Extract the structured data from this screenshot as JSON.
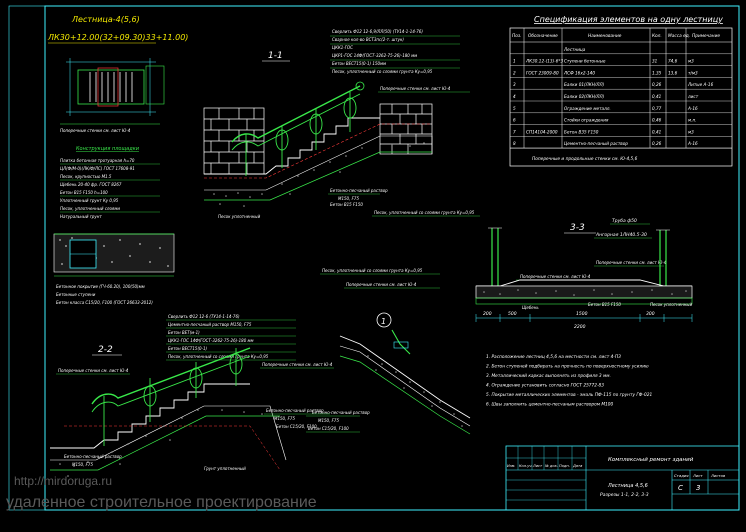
{
  "drawing": {
    "callout_title": "Лестница-4(5,6)",
    "callout_code": "ЛК30+12.00(32+09.30)33+11.00)",
    "section_1": "1-1",
    "section_2": "2-2",
    "section_3": "3-3",
    "node_1": "1",
    "tube_label": "Труба ф50",
    "angle_label": "Ангорная 1ЛН40.5-30",
    "spec_title": "Спецификация элементов на одну лестницу",
    "spec_headers": [
      "Поз.",
      "Обозначение",
      "Наименование",
      "Кол.",
      "Масса ед.",
      "Примечание"
    ],
    "spec_rows": [
      {
        "pos": "",
        "code": "",
        "name": "Лестница",
        "qty": "",
        "mass": "",
        "note": ""
      },
      {
        "pos": "1",
        "code": "ЛК30.12-(13)-6*3",
        "name": "Ступени бетонные",
        "qty": "31",
        "mass": "74,6",
        "note": "м3"
      },
      {
        "pos": "2",
        "code": "ГОСТ 23009-80",
        "name": "ЛСФ 16х2-140",
        "qty": "1,35",
        "mass": "13,6",
        "note": "т/м3"
      },
      {
        "pos": "3",
        "code": "",
        "name": "Балки 01(ЛКН/ЛЛ)",
        "qty": "0,26",
        "mass": "",
        "note": "Литые А-16"
      },
      {
        "pos": "4",
        "code": "",
        "name": "Балки 02(ЛКН/ЛЛ)",
        "qty": "0,41",
        "mass": "",
        "note": "лист"
      },
      {
        "pos": "5",
        "code": "",
        "name": "Ограждение металл.",
        "qty": "0,77",
        "mass": "",
        "note": "А-16"
      },
      {
        "pos": "6",
        "code": "",
        "name": "Стойки ограждения",
        "qty": "0,46",
        "mass": "",
        "note": "м.п."
      },
      {
        "pos": "7",
        "code": "СП14104-2000",
        "name": "Бетон В35 F150",
        "qty": "0,41",
        "mass": "",
        "note": "м3"
      },
      {
        "pos": "8",
        "code": "",
        "name": "Цементно-песчаный раствор",
        "qty": "0,26",
        "mass": "",
        "note": "А-16"
      }
    ],
    "spec_footer": "Поперечные и продольные стенки см. Ю-4,5,6",
    "notes": [
      "1. Расположение лестниц 4,5,6 на местности см. лист 4-ПЗ",
      "2. Бетон ступеней подбирать на прочность по поверхностному усилию",
      "3. Металлический каркас выполнять из профиля 3 мм.",
      "4. Ограждение установить согласно ГОСТ 25772-83",
      "5. Покрытие металлических элементов - эмаль ПФ-115 по грунту ГФ-021",
      "6. Швы заполнить цементно-песчаным раствором М100"
    ],
    "stamp_title": "Комплексный ремонт зданий",
    "stamp_sheet_name": "Лестница 4,5,6",
    "stamp_sheet_note": "Разрезы 1-1, 2-2, 3-3",
    "stamp_stage": "С",
    "stamp_sheet": "3",
    "stamp_cols": [
      "Изм.",
      "Кол.уч.",
      "Лист",
      "№ док.",
      "Подп.",
      "Дата"
    ],
    "stamp_stage_head": "Стадия",
    "stamp_sheet_head": "Лист",
    "stamp_sheets_head": "Листов",
    "dims": [
      "200",
      "500",
      "1500",
      "2200",
      "300"
    ],
    "labels": {
      "concrete": "Бетон В15 F150",
      "sand": "Песок уплотненный",
      "gravel": "Щебень",
      "soil": "Грунт уплотненный"
    }
  },
  "watermark": {
    "url": "http://mirdoruga.ru",
    "text": "удаленное строительное проектирование"
  },
  "colors": {
    "background": "#000000",
    "frame": "#ffffff",
    "cyan": "#3ff2ff",
    "green": "#39e84a",
    "yellow": "#f2e800",
    "red": "#ff3b3b",
    "magenta": "#ff36ff",
    "white": "#ffffff"
  }
}
